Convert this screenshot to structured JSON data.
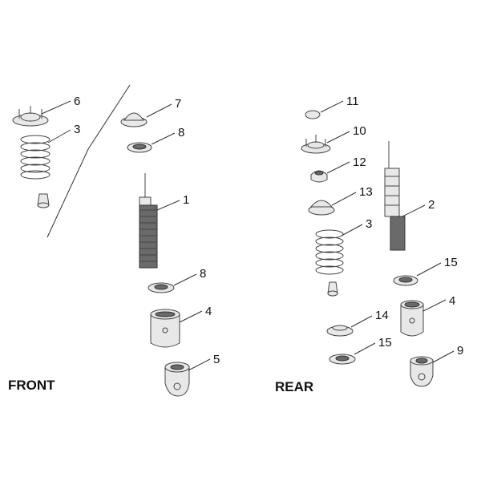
{
  "sections": {
    "front": "FRONT",
    "rear": "REAR"
  },
  "callouts": {
    "front_shock": "1",
    "front_spring": "3",
    "front_mount": "6",
    "front_seat_upper": "7",
    "front_seat_mid": "8",
    "front_seat_lower": "8",
    "front_sleeve": "4",
    "front_bushing": "5",
    "rear_cap": "11",
    "rear_mount": "10",
    "rear_bump_stop": "12",
    "rear_seat_upper": "13",
    "rear_spring": "3",
    "rear_shock": "2",
    "rear_seat_right": "15",
    "rear_sleeve": "4",
    "rear_washer": "14",
    "rear_seat_lower": "15",
    "rear_bushing": "9"
  }
}
